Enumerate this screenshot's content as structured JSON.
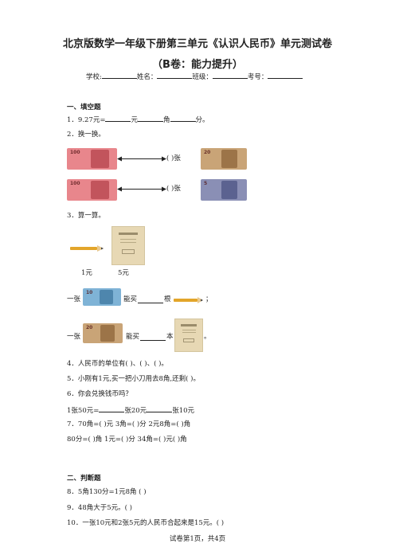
{
  "header": {
    "title": "北京版数学一年级下册第三单元《认识人民币》单元测试卷",
    "subtitle": "（B卷：能力提升）",
    "info": {
      "school_label": "学校:",
      "name_label": "姓名：",
      "class_label": "班级：",
      "number_label": "考号："
    }
  },
  "section1": {
    "heading": "一、填空题",
    "q1": {
      "prefix": "1．9.27元=",
      "yuan": "元",
      "jiao": "角",
      "fen": "分。"
    },
    "q2": {
      "text": "2．换一换。",
      "row1": "(        )张",
      "row2": "(        )张"
    },
    "q3": {
      "text": "3．算一算。",
      "price_pencil": "1元",
      "price_notebook": "5元",
      "line1_a": "一张",
      "line1_b": "能买",
      "line1_c": "根",
      "line1_end": "；",
      "line2_a": "一张",
      "line2_b": "能买",
      "line2_c": "本",
      "line2_end": "。"
    },
    "q4": "4．人民币的单位有(            )、(            )、(            )。",
    "q5": "5．小刚有1元,买一把小刀用去8角,还剩(      )。",
    "q6": {
      "text": "6．你会兑换钱币吗？",
      "line_a": "1张50元=",
      "line_b": "张20元",
      "line_c": "张10元"
    },
    "q7": {
      "line1": "7．70角=(            )元   3角=(            )分   2元8角=(            )角",
      "line2": "80分=(            )角   1元=(            )分   34角=(            )元(            )角"
    }
  },
  "section2": {
    "heading": "二、判断题",
    "q8": "8．5角130分=1元8角    (        )",
    "q9": "9．48角大于5元。(      )",
    "q10": "10．一张10元和2张5元的人民币合起来是15元。(        )"
  },
  "footer": "试卷第1页，共4页",
  "colors": {
    "note100": "#e8868c",
    "note20": "#c9a477",
    "note10": "#7fb3d6",
    "note5": "#8a8fb5",
    "pencil": "#e3a52a",
    "notebook": "#e7d8b4"
  }
}
